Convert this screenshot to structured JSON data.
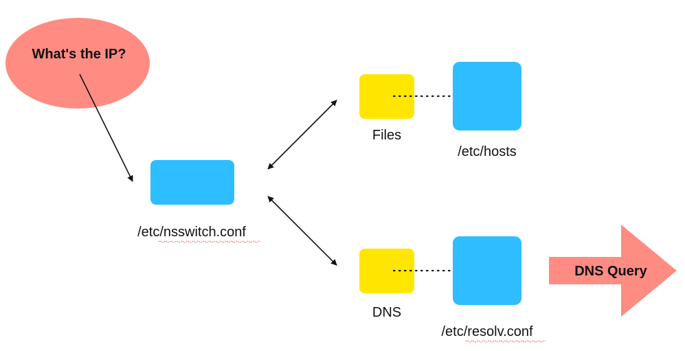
{
  "bubble": {
    "text": "What's the IP?"
  },
  "nsswitch": {
    "label": "/etc/nsswitch.conf"
  },
  "files": {
    "label": "Files",
    "file_label": "/etc/hosts"
  },
  "dns": {
    "label": "DNS",
    "file_label": "/etc/resolv.conf"
  },
  "query": {
    "text": "DNS Query"
  },
  "colors": {
    "bubble": "#ff8c82",
    "box_blue": "#2ebdff",
    "box_yellow": "#ffe600",
    "arrow_big": "#ff8c82",
    "line": "#111111"
  }
}
